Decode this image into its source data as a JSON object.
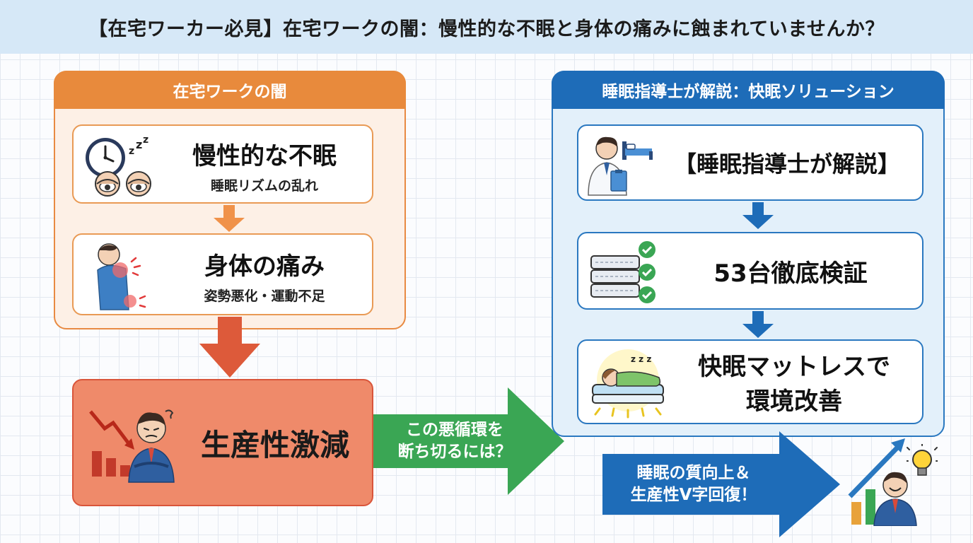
{
  "header": {
    "title": "【在宅ワーカー必見】在宅ワークの闇：慢性的な不眠と身体の痛みに蝕まれていませんか？"
  },
  "left_panel": {
    "heading": "在宅ワークの闇",
    "insomnia": {
      "title": "慢性的な不眠",
      "subtitle": "睡眠リズムの乱れ"
    },
    "pain": {
      "title": "身体の痛み",
      "subtitle": "姿勢悪化・運動不足"
    }
  },
  "productivity": {
    "title": "生産性激減"
  },
  "bridge_arrow": {
    "line1": "この悪循環を",
    "line2": "断ち切るには？"
  },
  "right_panel": {
    "heading": "睡眠指導士が解説：快眠ソリューション",
    "expert": {
      "title": "【睡眠指導士が解説】"
    },
    "verification": {
      "title": "53台徹底検証"
    },
    "mattress": {
      "line1": "快眠マットレスで",
      "line2": "環境改善"
    }
  },
  "result_arrow": {
    "line1": "睡眠の質向上＆",
    "line2": "生産性V字回復！"
  },
  "colors": {
    "orange": "#e88a3c",
    "blue": "#1e6cb8",
    "red": "#d9553a",
    "green": "#3aa654"
  },
  "icons": [
    "clock-icon",
    "sleepy-eyes-icon",
    "back-pain-icon",
    "declining-chart-icon",
    "stressed-worker-icon",
    "doctor-icon",
    "bed-icon",
    "mattress-stack-icon",
    "check-icon",
    "sleeping-person-icon",
    "growth-chart-icon",
    "lightbulb-icon",
    "happy-worker-icon"
  ]
}
